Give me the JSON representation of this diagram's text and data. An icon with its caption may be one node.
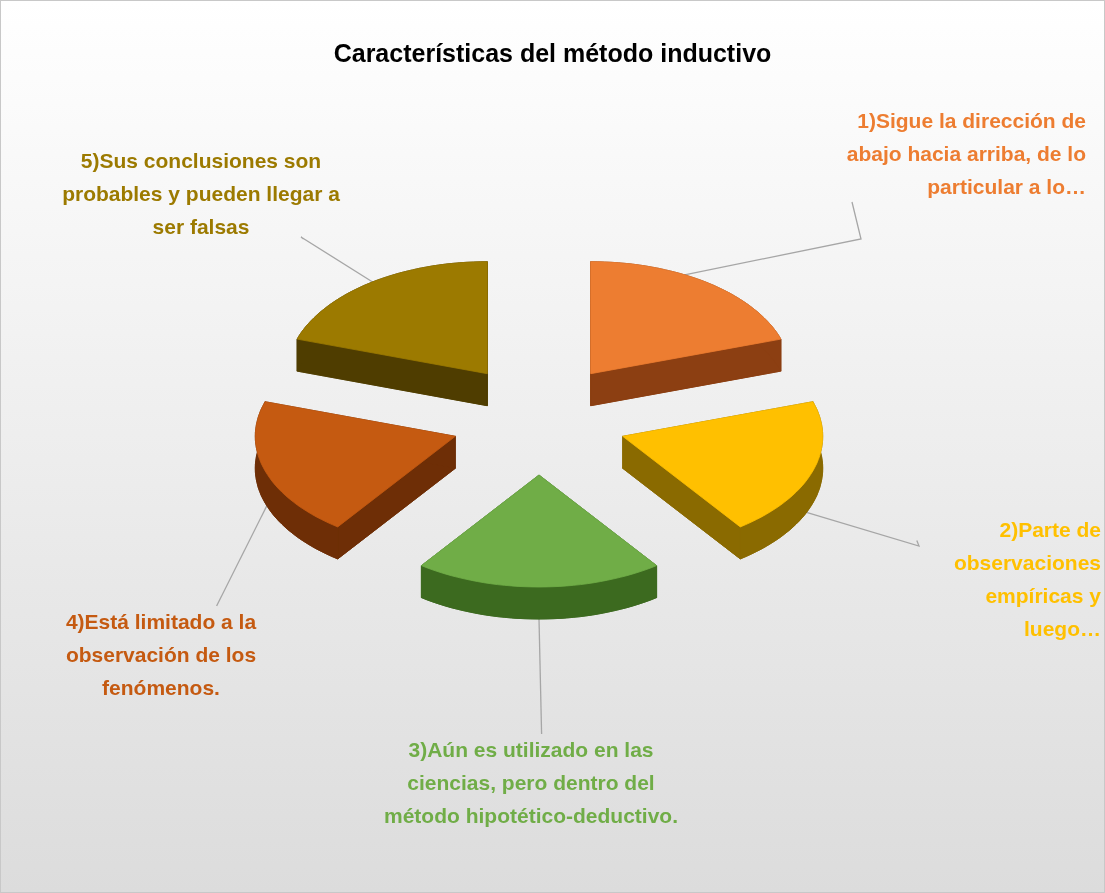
{
  "diagram": {
    "title": "Características del método inductivo",
    "nodes": [
      {
        "text": [
          "1)Sigue la dirección de abajo hacia arriba, de lo particular a lo…"
        ]
      },
      {
        "text": [
          "2)Parte de observaciones empíricas y luego…"
        ]
      },
      {
        "text": [
          "3)Aún es utilizado en las ciencias, pero dentro del método hipotético-deductivo."
        ]
      },
      {
        "text": [
          "4)Está limitado a la observación de los fenómenos."
        ]
      },
      {
        "text": [
          "5)Sus conclusiones son probables y pueden llegar a ser falsas"
        ]
      },
      {
        "text": [],
        "shape": "wedge"
      },
      {
        "text": [],
        "shape": "wedge"
      },
      {
        "text": [],
        "shape": "wedge"
      },
      {
        "text": [],
        "shape": "wedge"
      },
      {
        "text": [],
        "shape": "wedge"
      }
    ],
    "edges": [
      {
        "from": 0,
        "to": 5,
        "arrow": "none"
      },
      {
        "from": 1,
        "to": 6,
        "arrow": "none"
      },
      {
        "from": 2,
        "to": 7,
        "arrow": "none"
      },
      {
        "from": 3,
        "to": 8,
        "arrow": "none"
      },
      {
        "from": 4,
        "to": 9,
        "arrow": "none"
      }
    ]
  }
}
